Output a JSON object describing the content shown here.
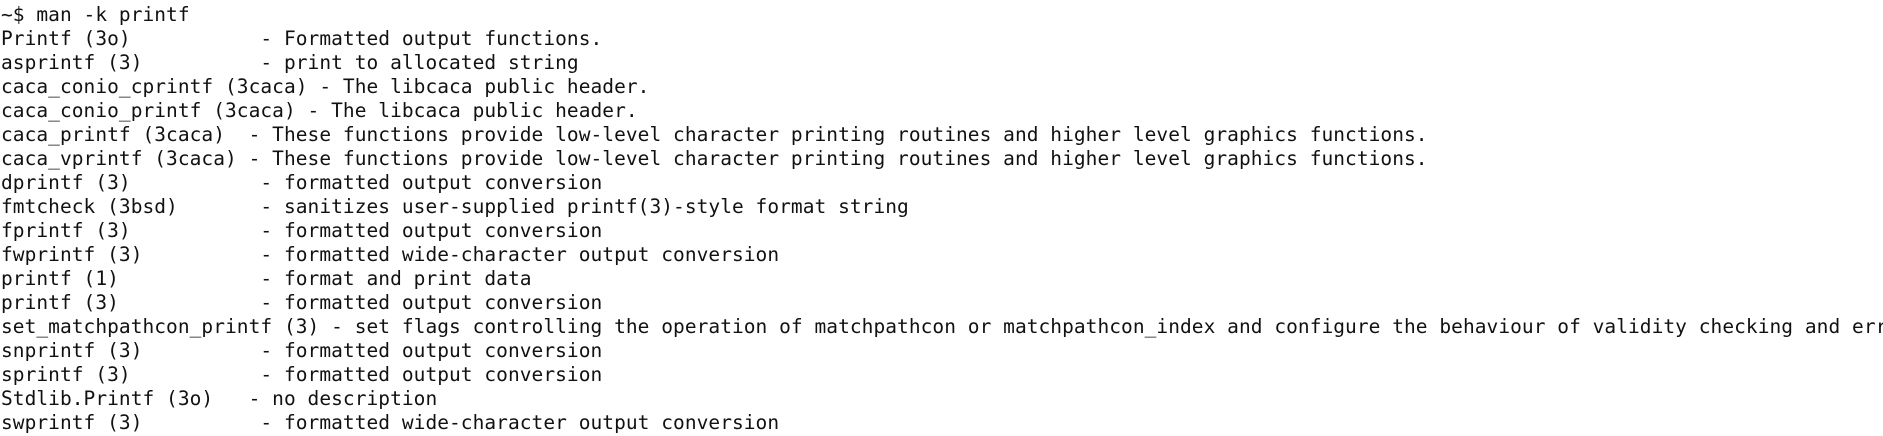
{
  "terminal": {
    "prompt": "~$ man -k printf",
    "lines": [
      "Printf (3o)           - Formatted output functions.",
      "asprintf (3)          - print to allocated string",
      "caca_conio_cprintf (3caca) - The libcaca public header.",
      "caca_conio_printf (3caca) - The libcaca public header.",
      "caca_printf (3caca)  - These functions provide low-level character printing routines and higher level graphics functions.",
      "caca_vprintf (3caca) - These functions provide low-level character printing routines and higher level graphics functions.",
      "dprintf (3)           - formatted output conversion",
      "fmtcheck (3bsd)       - sanitizes user-supplied printf(3)-style format string",
      "fprintf (3)           - formatted output conversion",
      "fwprintf (3)          - formatted wide-character output conversion",
      "printf (1)            - format and print data",
      "printf (3)            - formatted output conversion",
      "set_matchpathcon_printf (3) - set flags controlling the operation of matchpathcon or matchpathcon_index and configure the behaviour of validity checking and err...",
      "snprintf (3)          - formatted output conversion",
      "sprintf (3)           - formatted output conversion",
      "Stdlib.Printf (3o)   - no description",
      "swprintf (3)          - formatted wide-character output conversion"
    ]
  }
}
